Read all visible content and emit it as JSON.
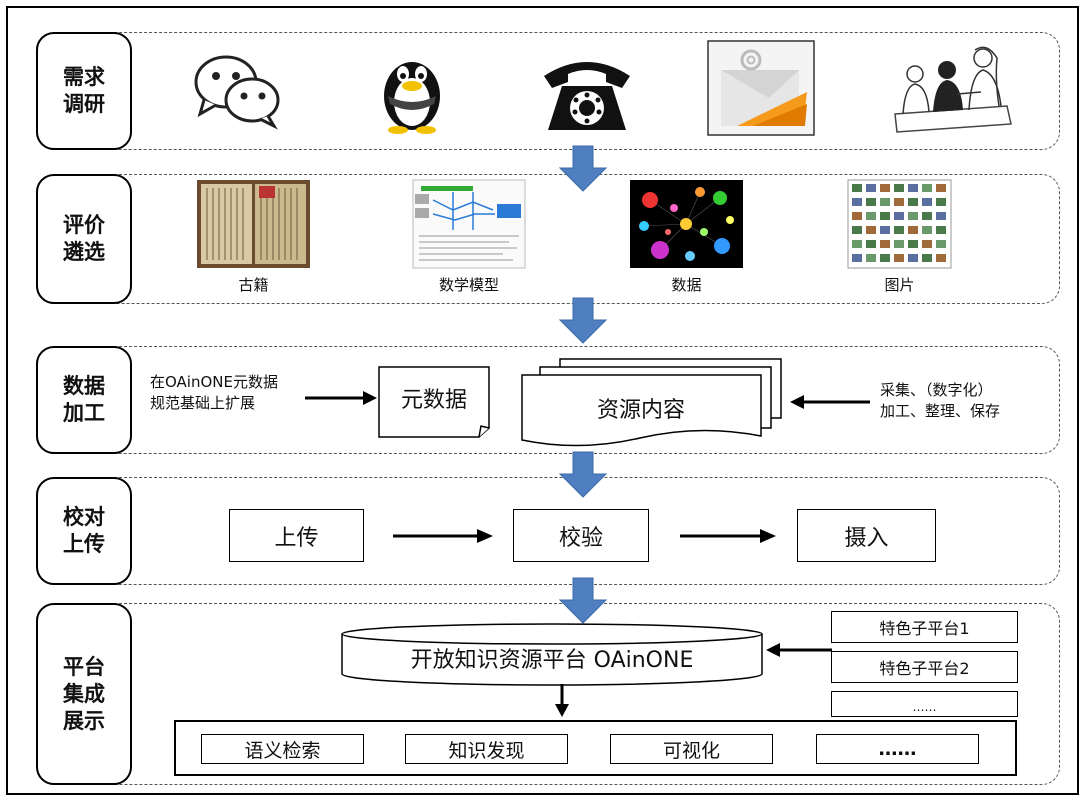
{
  "stages": [
    {
      "label": "需求调研"
    },
    {
      "label": "评价遴选"
    },
    {
      "label": "数据加工"
    },
    {
      "label": "校对上传"
    },
    {
      "label": "平台集成展示"
    }
  ],
  "contact_icons": [
    "wechat-icon",
    "qq-penguin-icon",
    "telephone-icon",
    "email-envelope-icon",
    "meeting-people-icon"
  ],
  "resource_types": [
    {
      "caption": "古籍",
      "icon": "ancient-book-icon"
    },
    {
      "caption": "数学模型",
      "icon": "math-model-icon"
    },
    {
      "caption": "数据",
      "icon": "data-network-icon"
    },
    {
      "caption": "图片",
      "icon": "image-grid-icon"
    }
  ],
  "processing": {
    "left_note": "在OAinONE元数据\n规范基础上扩展",
    "metadata": "元数据",
    "content": "资源内容",
    "right_note": "采集、（数字化）\n加工、整理、保存"
  },
  "upload_steps": [
    "上传",
    "校验",
    "摄入"
  ],
  "platform": {
    "name": "开放知识资源平台 OAinONE",
    "subplatforms": [
      "特色子平台1",
      "特色子平台2",
      "……"
    ],
    "features": [
      "语义检索",
      "知识发现",
      "可视化",
      "……"
    ]
  },
  "colors": {
    "flow_arrow": "#4f7fc0",
    "flow_arrow_border": "#3b6aa8"
  }
}
